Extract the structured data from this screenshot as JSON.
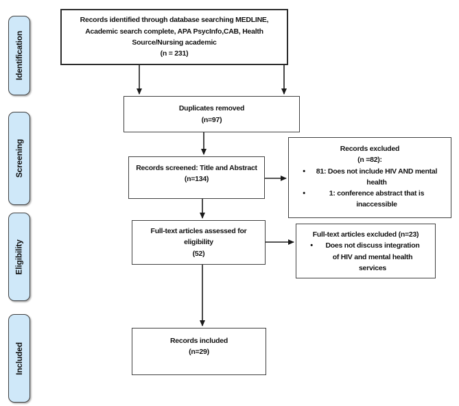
{
  "title": "PRISMA flow diagram of study selection",
  "colors": {
    "background": "#ffffff",
    "stage_fill": "#cfe8f9",
    "stage_border": "#404040",
    "box_border": "#3f3f3f",
    "arrow": "#1a1a1a",
    "text": "#111111"
  },
  "sidebar": {
    "stages": [
      {
        "label": "Identification"
      },
      {
        "label": "Screening"
      },
      {
        "label": "Eligibility"
      },
      {
        "label": "Included"
      }
    ]
  },
  "flow": {
    "identified": {
      "text": "Records identified through database searching MEDLINE, Academic search complete, APA PsycInfo,CAB, Health Source/Nursing academic",
      "count": "(n = 231)"
    },
    "duplicates_removed": {
      "text": "Duplicates removed",
      "count": "(n=97)"
    },
    "screened": {
      "text": "Records screened: Title and Abstract",
      "count": "(n=134)"
    },
    "records_excluded": {
      "title": "Records excluded",
      "count": "(n =82):",
      "bullets": [
        "81: Does not include HIV AND mental health",
        "1: conference abstract that is inaccessible"
      ]
    },
    "fulltext_assessed": {
      "text": "Full-text articles assessed for eligibility",
      "count": "(52)"
    },
    "fulltext_excluded": {
      "title": "Full-text articles excluded (n=23)",
      "bullets": [
        "Does not discuss integration of HIV and mental health services"
      ]
    },
    "included": {
      "text": "Records included",
      "count": "(n=29)"
    }
  }
}
